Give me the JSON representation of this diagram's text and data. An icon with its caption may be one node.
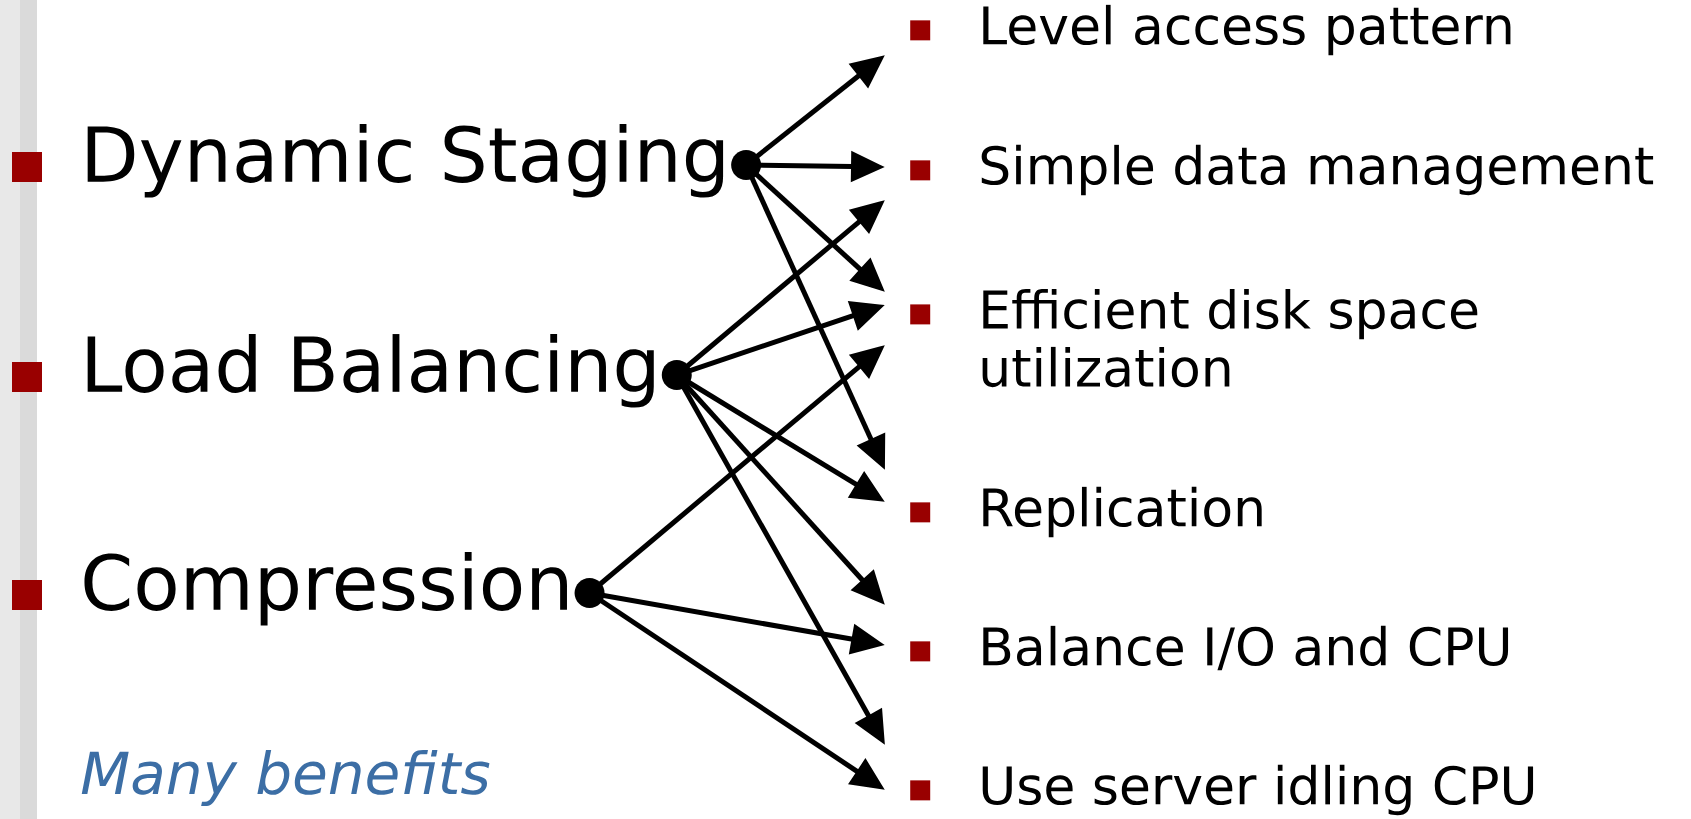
{
  "diagram": {
    "nodes": [
      {
        "text": [
          "Dynamic Staging"
        ]
      },
      {
        "text": [
          "Load Balancing"
        ]
      },
      {
        "text": [
          "Compression"
        ]
      },
      {
        "text": [
          "Level access pattern"
        ]
      },
      {
        "text": [
          "Simple data management"
        ]
      },
      {
        "text": [
          "Efficient disk space utilization"
        ]
      },
      {
        "text": [
          "Replication"
        ]
      },
      {
        "text": [
          "Balance I/O and CPU"
        ]
      },
      {
        "text": [
          "Use server idling CPU"
        ]
      }
    ],
    "edges": [
      {
        "from": 0,
        "to": 3,
        "arrow": "to"
      },
      {
        "from": 0,
        "to": 4,
        "arrow": "to"
      },
      {
        "from": 0,
        "to": 5,
        "arrow": "to"
      },
      {
        "from": 0,
        "to": 6,
        "arrow": "to"
      },
      {
        "from": 1,
        "to": 4,
        "arrow": "to"
      },
      {
        "from": 1,
        "to": 5,
        "arrow": "to"
      },
      {
        "from": 1,
        "to": 6,
        "arrow": "to"
      },
      {
        "from": 1,
        "to": 7,
        "arrow": "to"
      },
      {
        "from": 1,
        "to": 8,
        "arrow": "to"
      },
      {
        "from": 2,
        "to": 5,
        "arrow": "to"
      },
      {
        "from": 2,
        "to": 7,
        "arrow": "to"
      },
      {
        "from": 2,
        "to": 8,
        "arrow": "to"
      }
    ],
    "labels": [
      "Many benefits"
    ]
  }
}
